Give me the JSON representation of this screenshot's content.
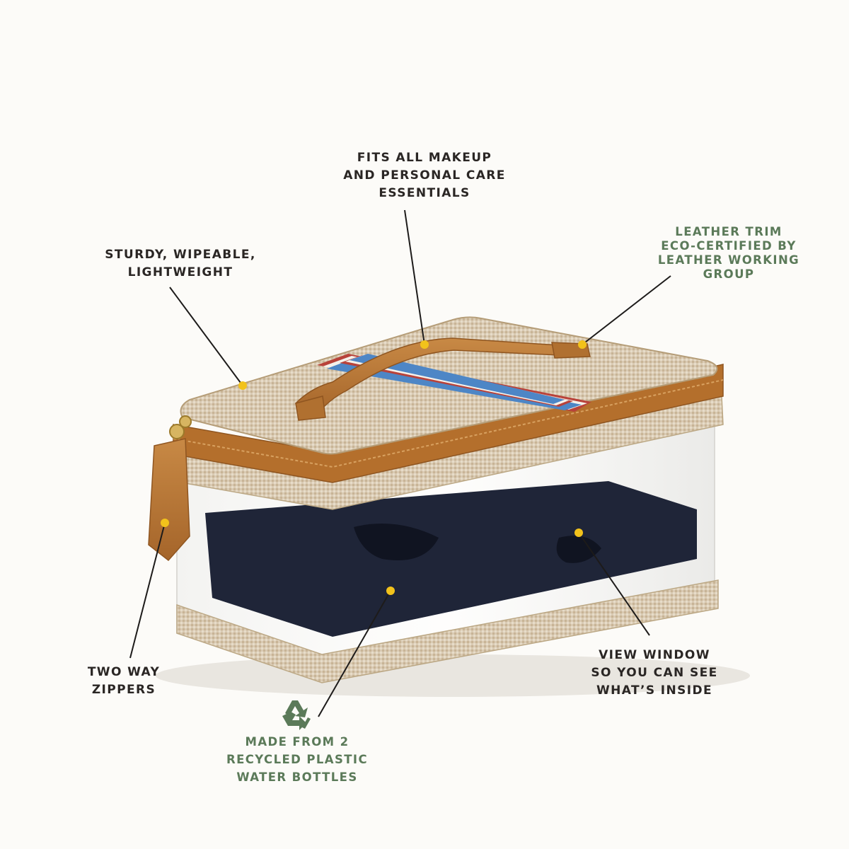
{
  "colors": {
    "background": "#fcfbf8",
    "callout_text": "#2a2624",
    "eco_text": "#5b7a59",
    "callout_dot": "#f2c21b",
    "leather": "#b7742f",
    "canvas": "#d6c7b0",
    "stripe_blue": "#4d86c6",
    "stripe_red": "#b8423a",
    "interior": "#1f2538"
  },
  "icons": {
    "recycle": "recycle-icon"
  },
  "callouts": {
    "fits": "FITS ALL MAKEUP\nAND PERSONAL CARE\nESSENTIALS",
    "sturdy": "STURDY, WIPEABLE,\nLIGHTWEIGHT",
    "leather": "LEATHER TRIM\nECO-CERTIFIED BY\nLEATHER WORKING\nGROUP",
    "zippers": "TWO WAY\nZIPPERS",
    "view": "VIEW WINDOW\nSO YOU CAN SEE\nWHAT’S INSIDE",
    "recycled": "MADE FROM 2\nRECYCLED PLASTIC\nWATER BOTTLES"
  }
}
